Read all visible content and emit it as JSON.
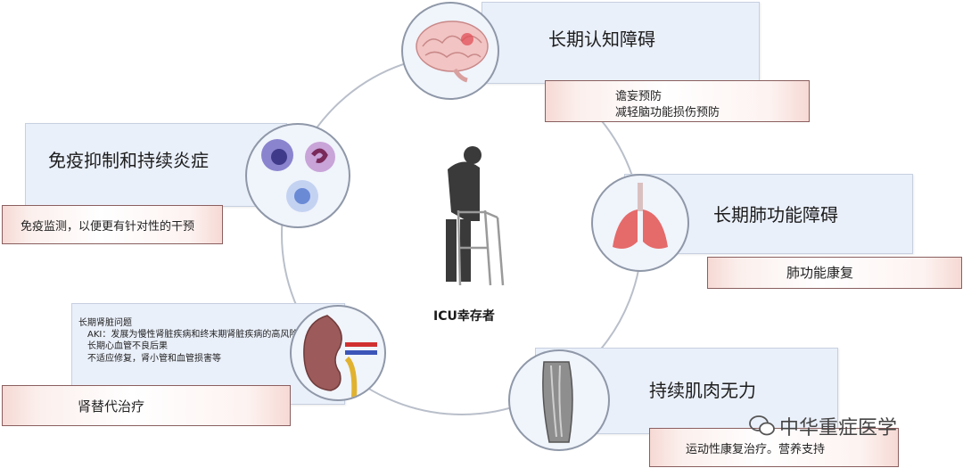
{
  "center": {
    "label": "ICU幸存者"
  },
  "nodes": {
    "cognitive": {
      "title": "长期认知障碍",
      "lines": [
        "谵妄预防",
        "减轻脑功能损伤预防"
      ]
    },
    "lung": {
      "title": "长期肺功能障碍",
      "lines": [
        "肺功能康复"
      ]
    },
    "muscle": {
      "title": "持续肌肉无力",
      "lines": [
        "运动性康复治疗。营养支持"
      ]
    },
    "kidney": {
      "details": [
        "长期肾脏问题",
        "AKI：发展为慢性肾脏疾病和终末期肾脏疾病的高风险",
        "长期心血管不良后果",
        "不适应修复，肾小管和血管损害等"
      ],
      "lines": [
        "肾替代治疗"
      ]
    },
    "immune": {
      "title": "免疫抑制和持续炎症",
      "lines": [
        "免疫监测，以便更有针对性的干预"
      ]
    }
  },
  "watermark": {
    "text": "中华重症医学"
  },
  "colors": {
    "panel": "#eaf0fa",
    "pink": "#f6d9d4",
    "ring": "#b9bfca"
  }
}
